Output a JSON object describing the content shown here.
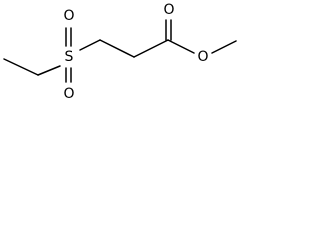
{
  "atoms": {
    "sulfur": "S",
    "sulfonyl_oxygen_top": "O",
    "sulfonyl_oxygen_bottom": "O",
    "carbonyl_oxygen": "O",
    "ester_oxygen": "O"
  }
}
